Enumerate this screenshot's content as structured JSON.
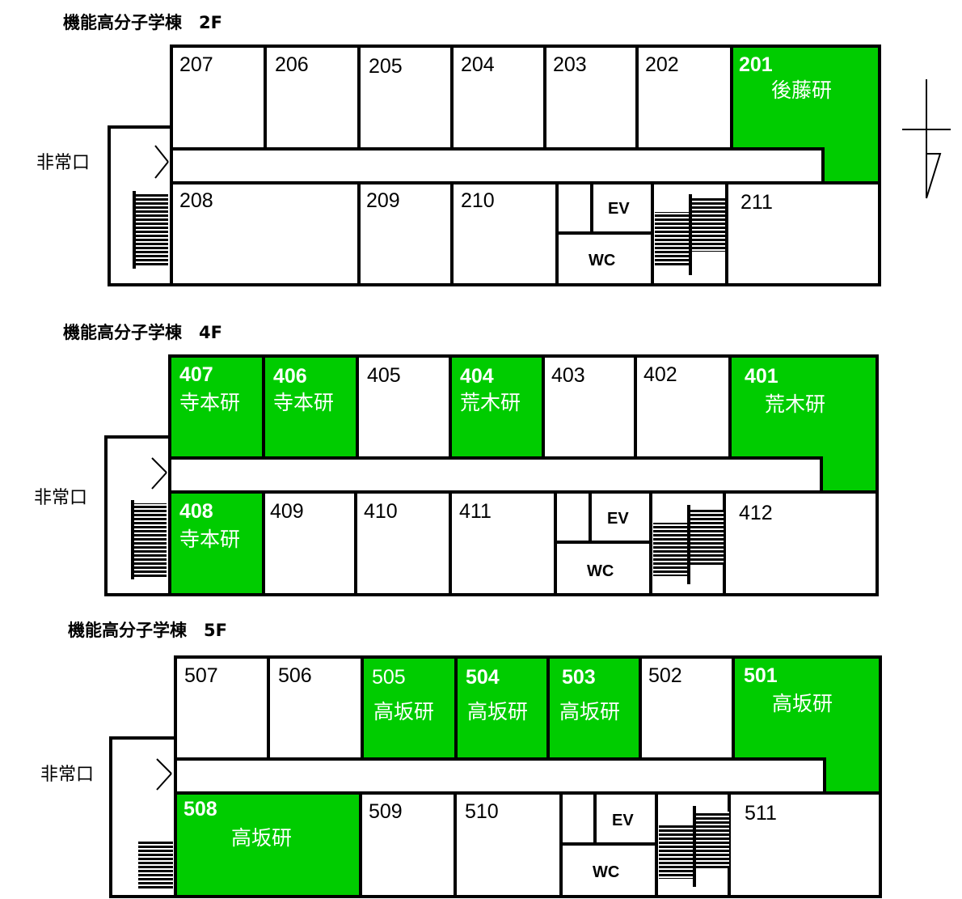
{
  "colors": {
    "lab": "#00cc00",
    "wall": "#000000",
    "room": "#ffffff"
  },
  "floors": [
    {
      "title": "機能高分子学棟　2F",
      "exit_label": "非常口",
      "ev_label": "EV",
      "wc_label": "WC",
      "compass": "north-arrow-icon",
      "rooms": [
        {
          "number": "207",
          "lab": ""
        },
        {
          "number": "206",
          "lab": ""
        },
        {
          "number": "205",
          "lab": ""
        },
        {
          "number": "204",
          "lab": ""
        },
        {
          "number": "203",
          "lab": ""
        },
        {
          "number": "202",
          "lab": ""
        },
        {
          "number": "201",
          "lab": "後藤研"
        },
        {
          "number": "208",
          "lab": ""
        },
        {
          "number": "209",
          "lab": ""
        },
        {
          "number": "210",
          "lab": ""
        },
        {
          "number": "211",
          "lab": ""
        }
      ]
    },
    {
      "title": "機能高分子学棟　4F",
      "exit_label": "非常口",
      "ev_label": "EV",
      "wc_label": "WC",
      "rooms": [
        {
          "number": "407",
          "lab": "寺本研"
        },
        {
          "number": "406",
          "lab": "寺本研"
        },
        {
          "number": "405",
          "lab": ""
        },
        {
          "number": "404",
          "lab": "荒木研"
        },
        {
          "number": "403",
          "lab": ""
        },
        {
          "number": "402",
          "lab": ""
        },
        {
          "number": "401",
          "lab": "荒木研"
        },
        {
          "number": "408",
          "lab": "寺本研"
        },
        {
          "number": "409",
          "lab": ""
        },
        {
          "number": "410",
          "lab": ""
        },
        {
          "number": "411",
          "lab": ""
        },
        {
          "number": "412",
          "lab": ""
        }
      ]
    },
    {
      "title": "機能高分子学棟　5F",
      "exit_label": "非常口",
      "ev_label": "EV",
      "wc_label": "WC",
      "rooms": [
        {
          "number": "507",
          "lab": ""
        },
        {
          "number": "506",
          "lab": ""
        },
        {
          "number": "505",
          "lab": "高坂研"
        },
        {
          "number": "504",
          "lab": "高坂研"
        },
        {
          "number": "503",
          "lab": "高坂研"
        },
        {
          "number": "502",
          "lab": ""
        },
        {
          "number": "501",
          "lab": "高坂研"
        },
        {
          "number": "508",
          "lab": "高坂研"
        },
        {
          "number": "509",
          "lab": ""
        },
        {
          "number": "510",
          "lab": ""
        },
        {
          "number": "511",
          "lab": ""
        }
      ]
    }
  ]
}
